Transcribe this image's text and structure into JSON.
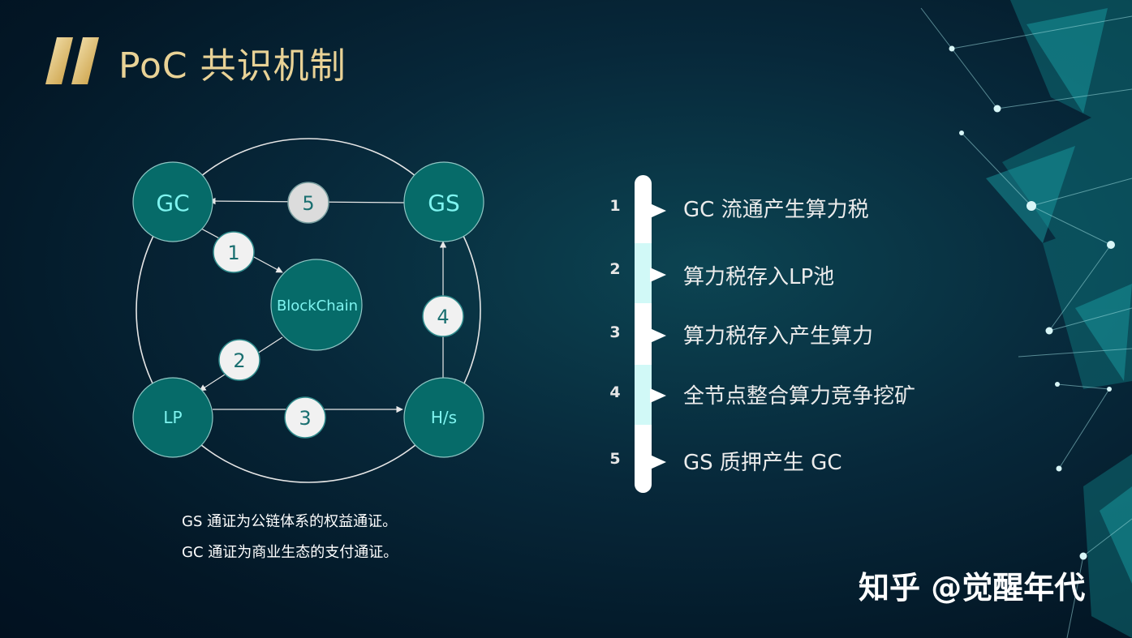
{
  "title": "PoC 共识机制",
  "colors": {
    "title": "#e9d296",
    "node_fill": "#066b69",
    "node_text": "#7ff4f0",
    "badge_fill": "#f1f1f1",
    "badge_text": "#1a6f70",
    "highlight": "#d1f9f7"
  },
  "diagram": {
    "nodes": {
      "gc": "GC",
      "gs": "GS",
      "blockchain": "BlockChain",
      "lp": "LP",
      "hs": "H/s"
    },
    "badges": [
      "1",
      "2",
      "3",
      "4",
      "5"
    ]
  },
  "captions": [
    "GS 通证为公链体系的权益通证。",
    "GC 通证为商业生态的支付通证。"
  ],
  "steps": [
    {
      "num": "1",
      "text": "GC 流通产生算力税"
    },
    {
      "num": "2",
      "text": "算力税存入LP池"
    },
    {
      "num": "3",
      "text": "算力税存入产生算力"
    },
    {
      "num": "4",
      "text": "全节点整合算力竞争挖矿"
    },
    {
      "num": "5",
      "text": "GS 质押产生 GC"
    }
  ],
  "watermark": "知乎 @觉醒年代"
}
